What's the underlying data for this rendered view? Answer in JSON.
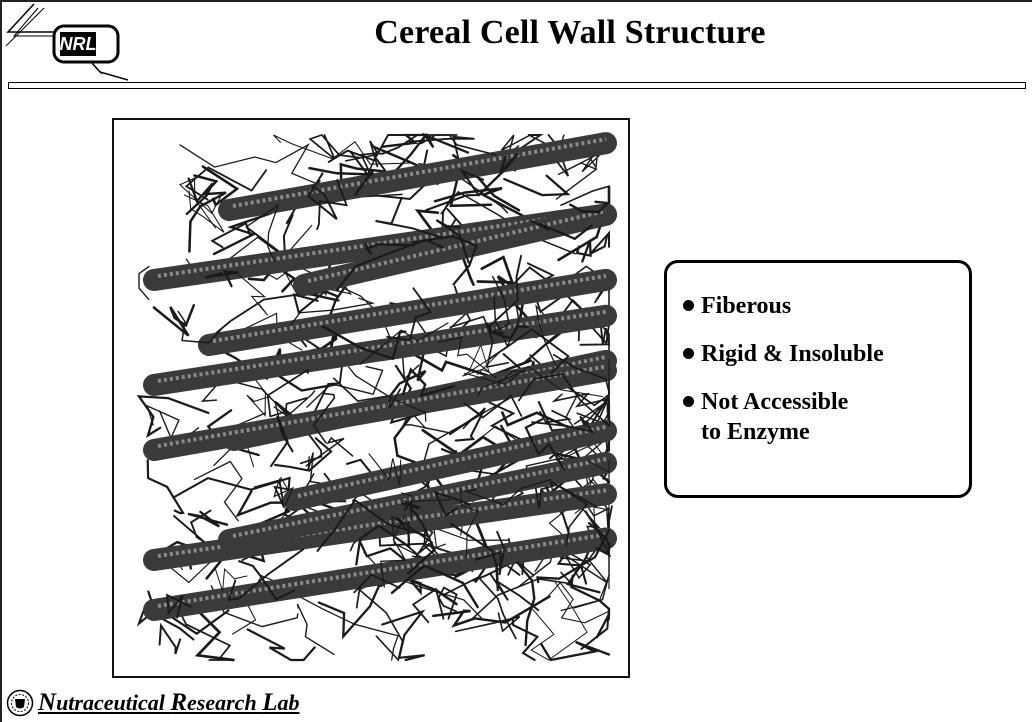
{
  "slide": {
    "title": "Cereal Cell Wall Structure",
    "logo_text": "NRL"
  },
  "bullets": [
    {
      "lines": [
        "Fiberous"
      ]
    },
    {
      "lines": [
        "Rigid & Insoluble"
      ]
    },
    {
      "lines": [
        "Not Accessible",
        "to Enzyme"
      ]
    }
  ],
  "footer": {
    "parts": [
      {
        "text": "N",
        "cap": true
      },
      {
        "text": "utraceutical ",
        "cap": false
      },
      {
        "text": "R",
        "cap": true
      },
      {
        "text": "esearch ",
        "cap": false
      },
      {
        "text": "L",
        "cap": true
      },
      {
        "text": "ab",
        "cap": false
      }
    ]
  },
  "colors": {
    "ink": "#000000",
    "fiber": "#1a1a1a",
    "microfibril_fill": "#3a3a3a"
  }
}
